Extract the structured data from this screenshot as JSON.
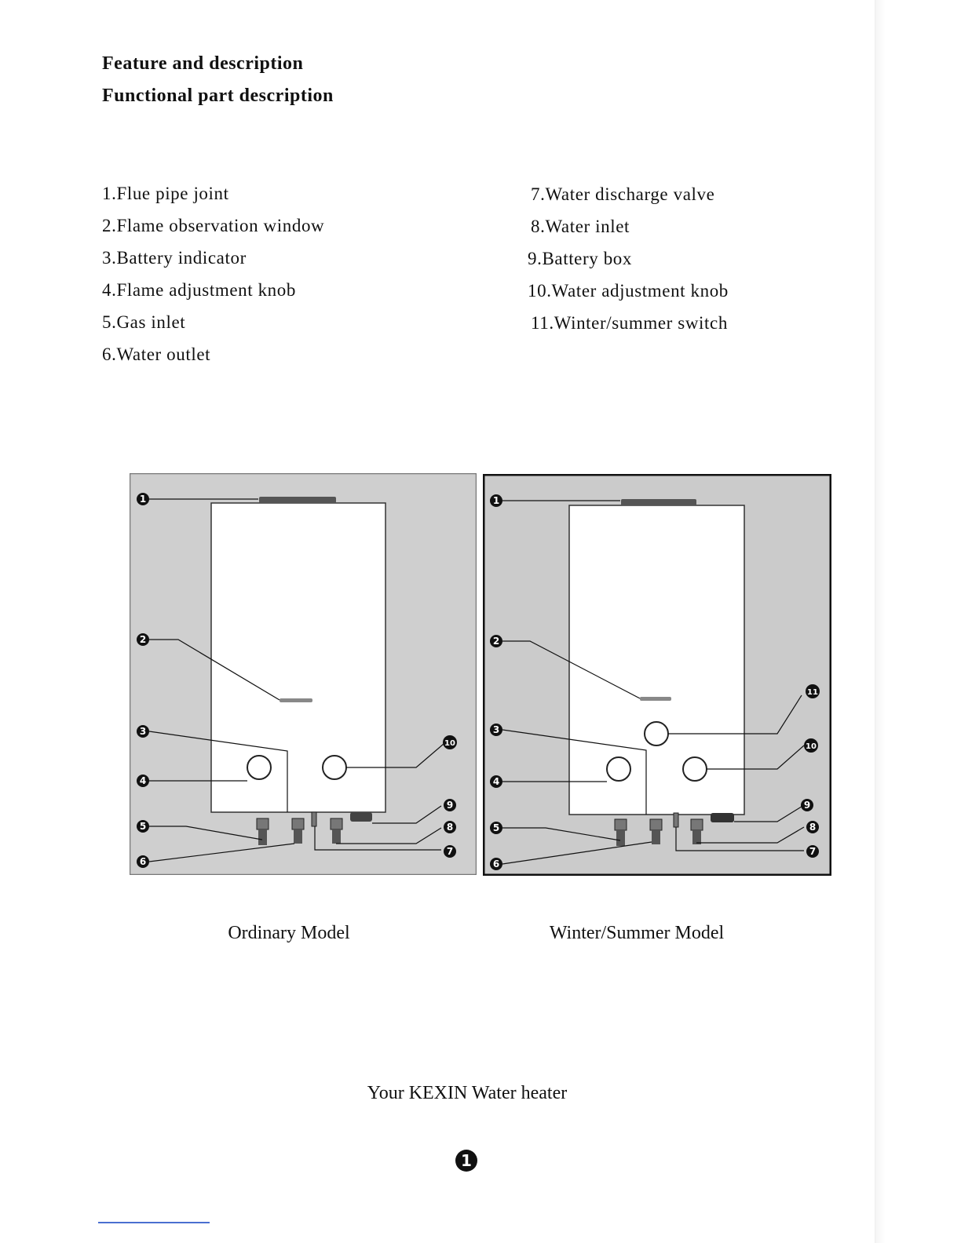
{
  "headings": {
    "feature": "Feature and description",
    "functional": "Functional part description"
  },
  "parts_left": [
    "1.Flue pipe joint",
    "2.Flame observation window",
    "3.Battery indicator",
    "4.Flame adjustment knob",
    "5.Gas inlet",
    "6.Water outlet"
  ],
  "parts_right": [
    "7.Water discharge valve",
    "8.Water inlet",
    "9.Battery box",
    "10.Water adjustment knob",
    "11.Winter/summer switch"
  ],
  "diagram_left": {
    "markers": [
      "1",
      "2",
      "3",
      "4",
      "5",
      "6",
      "7",
      "8",
      "9",
      "10"
    ]
  },
  "diagram_right": {
    "markers": [
      "1",
      "2",
      "3",
      "4",
      "5",
      "6",
      "7",
      "8",
      "9",
      "10",
      "11"
    ]
  },
  "captions": {
    "left": "Ordinary Model",
    "right": "Winter/Summer Model"
  },
  "footer": "Your KEXIN Water heater",
  "page_number": "1"
}
